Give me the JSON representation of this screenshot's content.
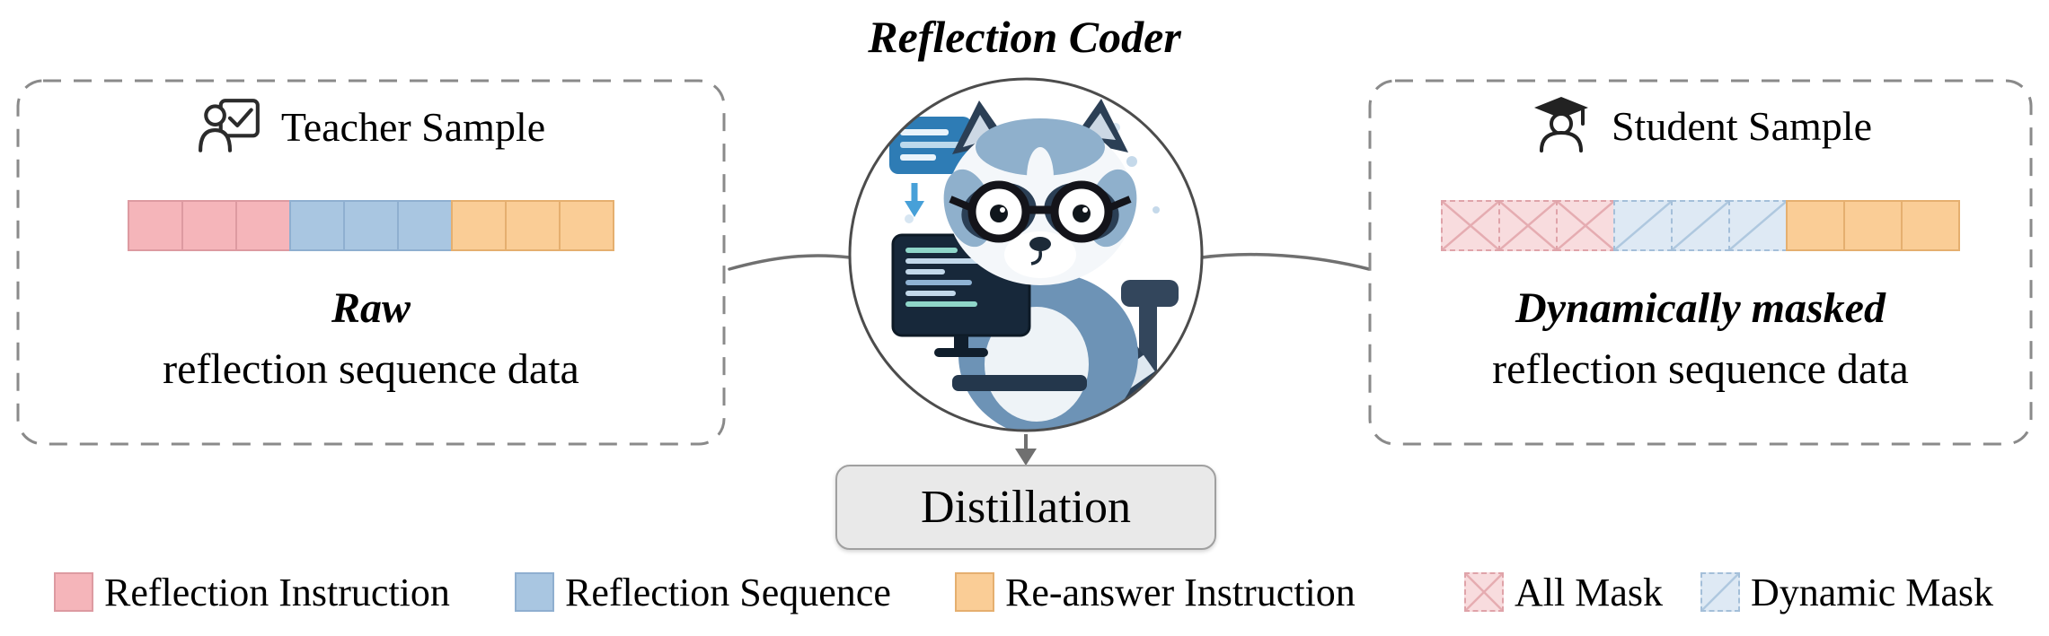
{
  "title": "Reflection Coder",
  "left_panel": {
    "header": "Teacher Sample",
    "icon": "teacher-icon",
    "blocks": [
      "pink",
      "pink",
      "pink",
      "blue",
      "blue",
      "blue",
      "orange",
      "orange",
      "orange"
    ],
    "caption_emphasis": "Raw",
    "caption": "reflection sequence data"
  },
  "right_panel": {
    "header": "Student Sample",
    "icon": "student-icon",
    "blocks": [
      "mask-pink",
      "mask-pink",
      "mask-pink",
      "mask-blue",
      "mask-blue",
      "mask-blue",
      "orange",
      "orange",
      "orange"
    ],
    "caption_emphasis": "Dynamically masked",
    "caption": "reflection sequence data"
  },
  "mascot": {
    "description": "raccoon coder illustration"
  },
  "distillation": {
    "label": "Distillation"
  },
  "legend": [
    {
      "swatch": "pink",
      "label": "Reflection Instruction"
    },
    {
      "swatch": "blue",
      "label": "Reflection Sequence"
    },
    {
      "swatch": "orange",
      "label": "Re-answer Instruction"
    },
    {
      "swatch": "mask-pink",
      "label": "All Mask"
    },
    {
      "swatch": "mask-blue",
      "label": "Dynamic Mask"
    }
  ],
  "colors": {
    "pink": "#F5B5BA",
    "blue": "#A9C6E1",
    "orange": "#FACD96",
    "mask_pink": "#F8DCDE",
    "mask_blue": "#DEE9F4",
    "panel_border": "#8A8A8A",
    "connector": "#707070",
    "distill_bg": "#E9E9E9"
  }
}
